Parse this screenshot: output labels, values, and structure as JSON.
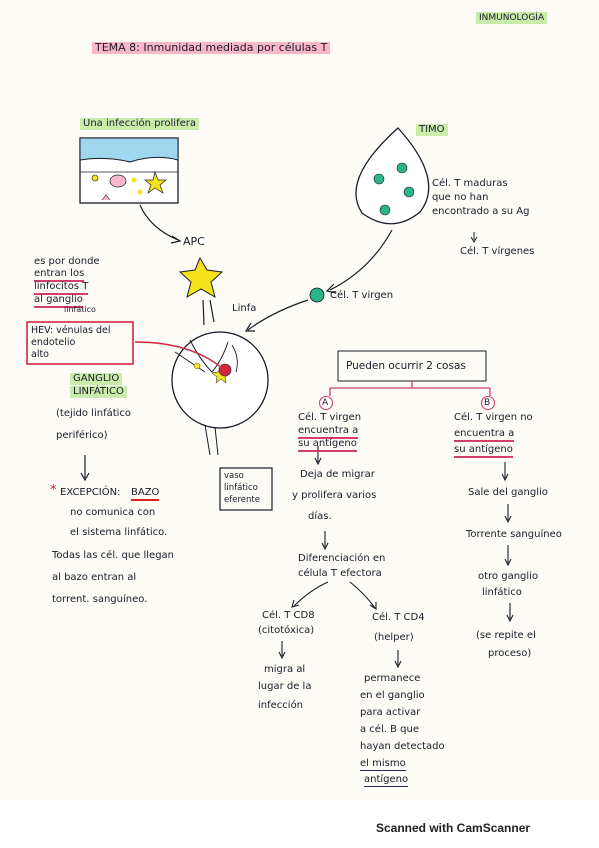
{
  "header": {
    "subject": "INMUNOLOGÍA",
    "title": "TEMA 8: Inmunidad mediada por células T"
  },
  "infection": {
    "label": "Una infección prolifera"
  },
  "apc": {
    "label": "APC"
  },
  "thymus": {
    "label": "TIMO",
    "note": [
      "Cél. T maduras",
      "que no han",
      "encontrado a su Ag"
    ],
    "result": "Cél. T vírgenes"
  },
  "lymph": {
    "arrow_label": "Linfa",
    "virgin_cell": "Cél. T virgen",
    "side_note": [
      "es por donde",
      "entran los",
      "linfocitos T",
      "al ganglio",
      "linfático"
    ],
    "hev_box": [
      "HEV: vénulas del",
      "endotelio",
      "alto"
    ],
    "node_label": [
      "GANGLIO",
      "LINFÁTICO"
    ],
    "tissue": [
      "(tejido linfático",
      "periférico)"
    ],
    "efferent_box": [
      "vaso",
      "linfático",
      "eferente"
    ]
  },
  "exception": {
    "star": "*",
    "keyword": "EXCEPCIÓN:",
    "organ": "BAZO",
    "lines": [
      "no comunica con",
      "el sistema linfático.",
      "Todas las cél. que llegan",
      "al bazo entran al",
      "torrent. sanguíneo."
    ]
  },
  "branches": {
    "title": "Pueden ocurrir 2 cosas",
    "a": {
      "marker": "A",
      "lines": [
        "Cél. T virgen",
        "encuentra a",
        "su antígeno"
      ],
      "step1": [
        "Deja de migrar",
        "y prolifera varios",
        "días."
      ],
      "step2": [
        "Diferenciación en",
        "célula T efectora"
      ],
      "cd8": {
        "lines": [
          "Cél. T CD8",
          "(citotóxica)"
        ],
        "result": [
          "migra al",
          "lugar de la",
          "infección"
        ]
      },
      "cd4": {
        "lines": [
          "Cél. T CD4",
          "(helper)"
        ],
        "result": [
          "permanece",
          "en el ganglio",
          "para activar",
          "a cél. B que",
          "hayan detectado",
          "el mismo",
          "antígeno"
        ]
      }
    },
    "b": {
      "marker": "B",
      "lines": [
        "Cél. T virgen no",
        "encuentra a",
        "su antígeno"
      ],
      "steps": [
        [
          "Sale del ganglio"
        ],
        [
          "Torrente sanguíneo"
        ],
        [
          "otro ganglio",
          "linfático"
        ],
        [
          "(se repite el",
          "proceso)"
        ]
      ]
    }
  },
  "scanner": "Scanned with CamScanner",
  "colors": {
    "green_highlight": "#c9ecaa",
    "pink_highlight": "#f7b7c9",
    "apc_yellow": "#f6e21b",
    "cell_green": "#2bb48a",
    "hev_red": "#d2283f",
    "tissue_blue": "#9fd7ee"
  }
}
